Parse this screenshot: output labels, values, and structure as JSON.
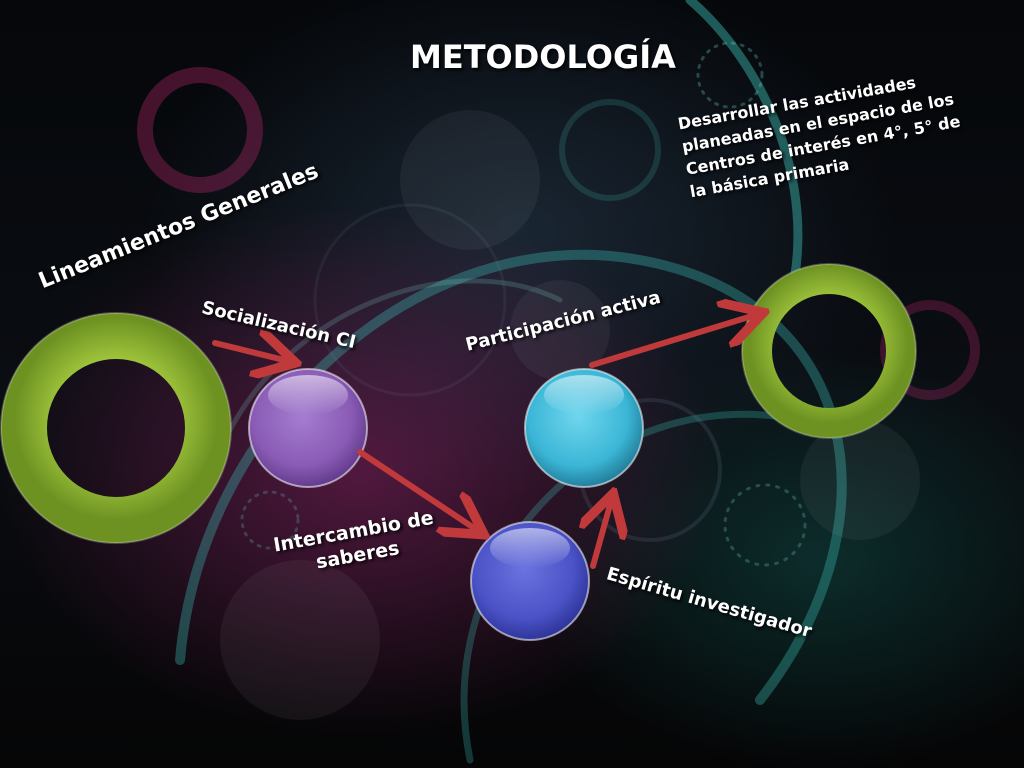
{
  "slide": {
    "title": "METODOLOGÍA"
  },
  "nodes": {
    "lineamientos": {
      "label": "Lineamientos Generales",
      "color": "#9dc33b"
    },
    "socializacion": {
      "label": "Socialización CI",
      "color": "#8a5bb5"
    },
    "intercambio": {
      "label": "Intercambio de saberes",
      "color": "#4a52c6"
    },
    "participacion": {
      "label": "Participación activa",
      "color": "#3bb6d6"
    },
    "espiritu": {
      "label": "Espíritu investigador"
    },
    "desarrollar": {
      "label": "Desarrollar las actividades planeadas en el espacio de los Centros de interés en 4°, 5° de la básica primaria",
      "color": "#9dc33b"
    }
  },
  "arrow_color": "#c0393b"
}
